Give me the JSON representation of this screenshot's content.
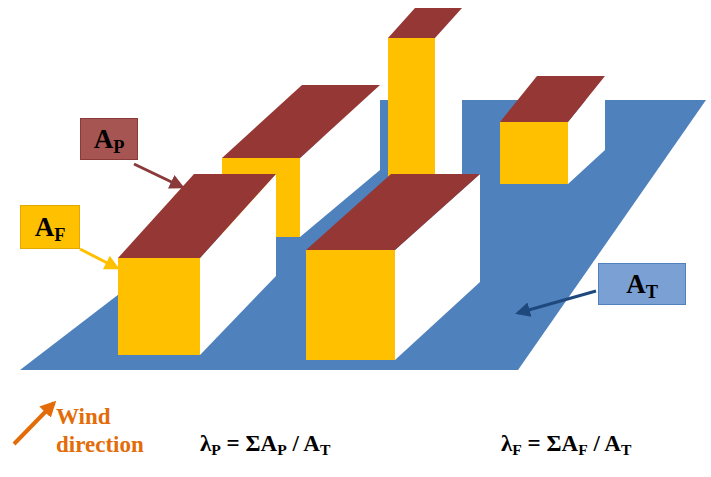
{
  "diagram": {
    "nodes": [
      {
        "text": [
          "AP"
        ]
      },
      {
        "text": [
          "AF"
        ]
      },
      {
        "text": [
          "AT"
        ]
      }
    ],
    "labels": [
      "Wind direction",
      "λP = ΣAP / AT",
      "λF = ΣAF / AT"
    ]
  }
}
